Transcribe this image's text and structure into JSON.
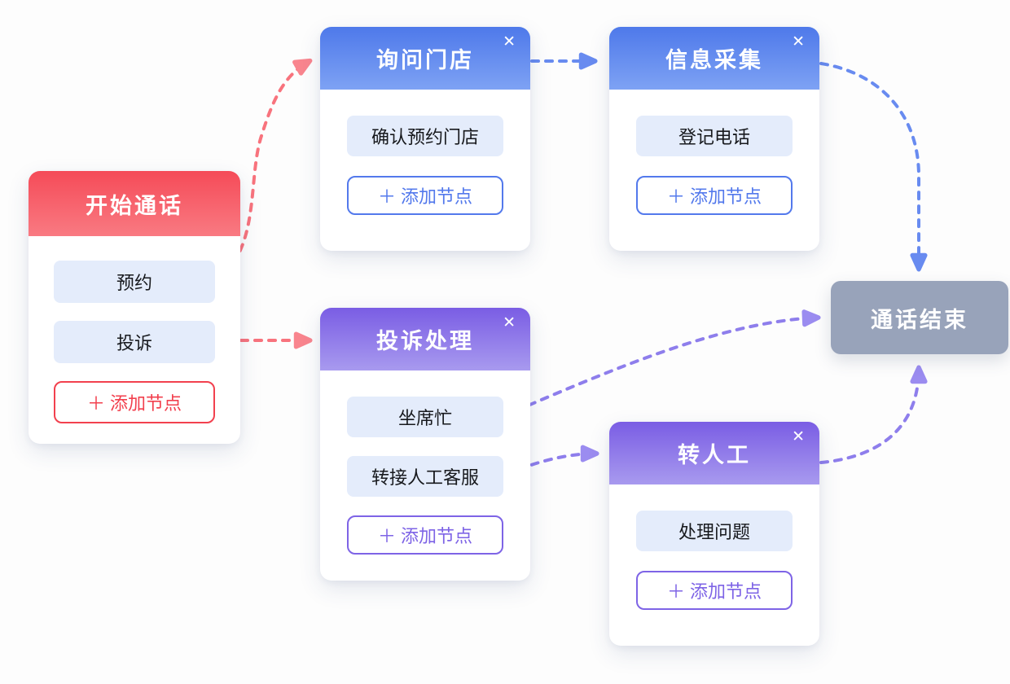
{
  "app": {
    "name": "call-flow-editor",
    "background": "#FDFDFD"
  },
  "nodes": {
    "start": {
      "title": "开始通话",
      "items": [
        "预约",
        "投诉"
      ],
      "add_button": "＋ 添加节点",
      "theme": "red"
    },
    "askstore": {
      "title": "询问门店",
      "items": [
        "确认预约门店"
      ],
      "add_button": "＋ 添加节点",
      "close_button": "✕",
      "theme": "blue"
    },
    "collect": {
      "title": "信息采集",
      "items": [
        "登记电话"
      ],
      "add_button": "＋ 添加节点",
      "close_button": "✕",
      "theme": "blue"
    },
    "complaint": {
      "title": "投诉处理",
      "items": [
        "坐席忙",
        "转接人工客服"
      ],
      "add_button": "＋ 添加节点",
      "close_button": "✕",
      "theme": "purple"
    },
    "human": {
      "title": "转人工",
      "items": [
        "处理问题"
      ],
      "add_button": "＋ 添加节点",
      "close_button": "✕",
      "theme": "purple"
    },
    "end": {
      "title": "通话结束",
      "theme": "gray"
    }
  },
  "connections": [
    {
      "from": "开始通话.预约",
      "to": "询问门店",
      "color": "#F8737D"
    },
    {
      "from": "开始通话.投诉",
      "to": "投诉处理",
      "color": "#F8737D"
    },
    {
      "from": "询问门店",
      "to": "信息采集",
      "color": "#688BF0"
    },
    {
      "from": "信息采集",
      "to": "通话结束",
      "color": "#688BF0"
    },
    {
      "from": "投诉处理.坐席忙",
      "to": "通话结束",
      "color": "#8E7EEC"
    },
    {
      "from": "投诉处理.转接人工客服",
      "to": "转人工",
      "color": "#8E7EEC"
    },
    {
      "from": "转人工",
      "to": "通话结束",
      "color": "#8E7EEC"
    }
  ],
  "colors": {
    "header_red": "#F54B58",
    "header_blue": "#4E79EA",
    "header_purple": "#7A5DE4",
    "end_gray": "#98A3BA",
    "pill_bg": "#E4ECFB",
    "edge_red": "#F8737D",
    "edge_blue": "#688BF0",
    "edge_purple": "#8E7EEC",
    "dot_red": "#F23B4B",
    "dot_purple": "#7560E6"
  }
}
